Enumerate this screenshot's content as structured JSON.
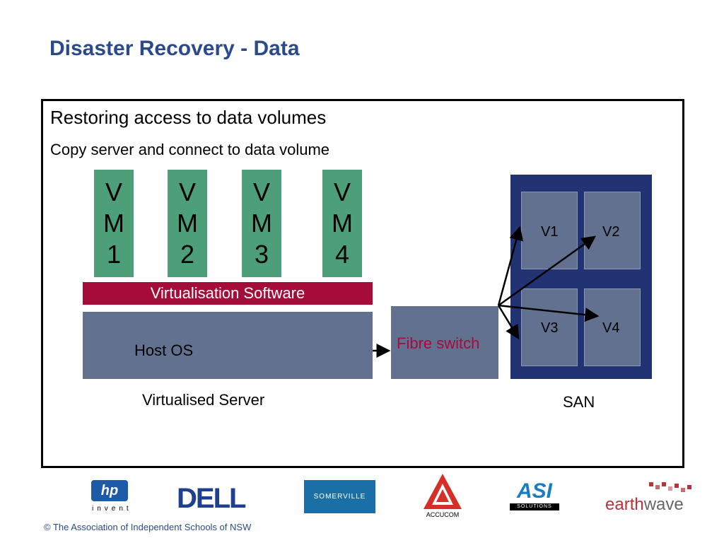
{
  "title": "Disaster Recovery - Data",
  "heading": "Restoring access to data volumes",
  "subheading": "Copy server and connect to data volume",
  "vms": [
    {
      "lines": [
        "V",
        "M",
        "1"
      ]
    },
    {
      "lines": [
        "V",
        "M",
        "2"
      ]
    },
    {
      "lines": [
        "V",
        "M",
        "3"
      ]
    },
    {
      "lines": [
        "V",
        "M",
        "4"
      ]
    }
  ],
  "virtualisation_software": "Virtualisation Software",
  "host_os": "Host OS",
  "virtualised_server": "Virtualised Server",
  "fibre_switch": "Fibre switch",
  "san": {
    "label": "SAN",
    "volumes": [
      "V1",
      "V2",
      "V3",
      "V4"
    ]
  },
  "logos": {
    "hp": {
      "mark": "hp",
      "tagline": "invent"
    },
    "dell": "DELL",
    "somerville": "SOMERVILLE",
    "accucom": "ACCUCOM",
    "asi": {
      "mark": "ASI",
      "tagline": "SOLUTIONS"
    },
    "earthwave": {
      "part1": "earth",
      "part2": "wave"
    }
  },
  "footer": "© The Association of Independent Schools of NSW",
  "colors": {
    "title": "#2a4a8c",
    "vm": "#4c9f78",
    "virtualisation_bar": "#a50c3a",
    "box_grey_blue": "#637190",
    "san_navy": "#213373"
  }
}
